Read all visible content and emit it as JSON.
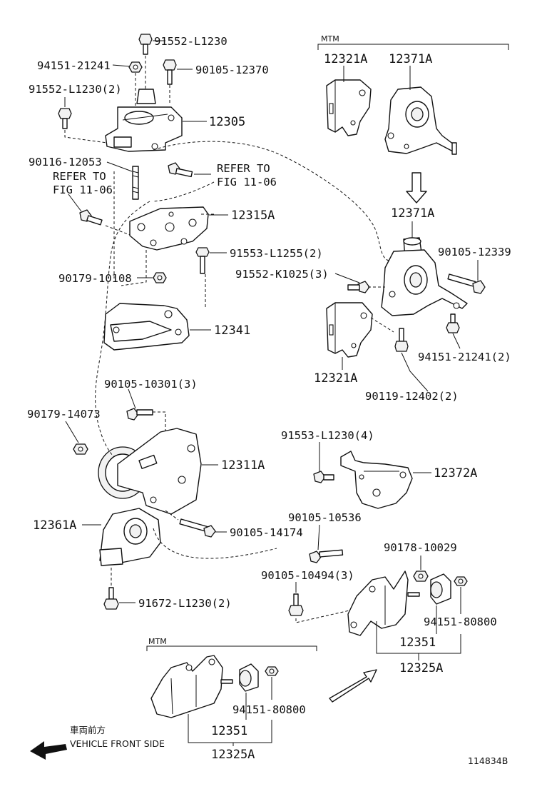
{
  "labels": {
    "p91552_L1230": "91552-L1230",
    "p94151_21241": "94151-21241",
    "p90105_12370": "90105-12370",
    "p91552_L1230_2": "91552-L1230(2)",
    "p12305": "12305",
    "p90116_12053": "90116-12053",
    "refer_a_1": "REFER TO",
    "refer_a_2": "FIG 11-06",
    "refer_b_1": "REFER TO",
    "refer_b_2": "FIG 11-06",
    "p12315A": "12315A",
    "p91553_L1255_2": "91553-L1255(2)",
    "p90179_10108": "90179-10108",
    "p12341": "12341",
    "p90105_10301_3": "90105-10301(3)",
    "p90179_14073": "90179-14073",
    "p12311A": "12311A",
    "p12361A": "12361A",
    "p90105_14174": "90105-14174",
    "p91672_L1230_2": "91672-L1230(2)",
    "mtm_top": "MTM",
    "p12321A_top": "12321A",
    "p12371A_top": "12371A",
    "p12371A_mid": "12371A",
    "p90105_12339": "90105-12339",
    "p91552_K1025_3": "91552-K1025(3)",
    "p94151_21241_2": "94151-21241(2)",
    "p12321A_mid": "12321A",
    "p90119_12402_2": "90119-12402(2)",
    "p91553_L1230_4": "91553-L1230(4)",
    "p12372A": "12372A",
    "p90105_10536": "90105-10536",
    "p90178_10029": "90178-10029",
    "p90105_10494_3": "90105-10494(3)",
    "p94151_80800_r": "94151-80800",
    "p12351_r": "12351",
    "p12325A_r": "12325A",
    "mtm_bottom": "MTM",
    "p94151_80800_b": "94151-80800",
    "p12351_b": "12351",
    "p12325A_b": "12325A",
    "vehicle_front_jp": "車両前方",
    "vehicle_front_en": "VEHICLE FRONT SIDE",
    "figure_id": "114834B"
  },
  "icons": {
    "vehicle_front_arrow": "left-arrow-icon"
  }
}
